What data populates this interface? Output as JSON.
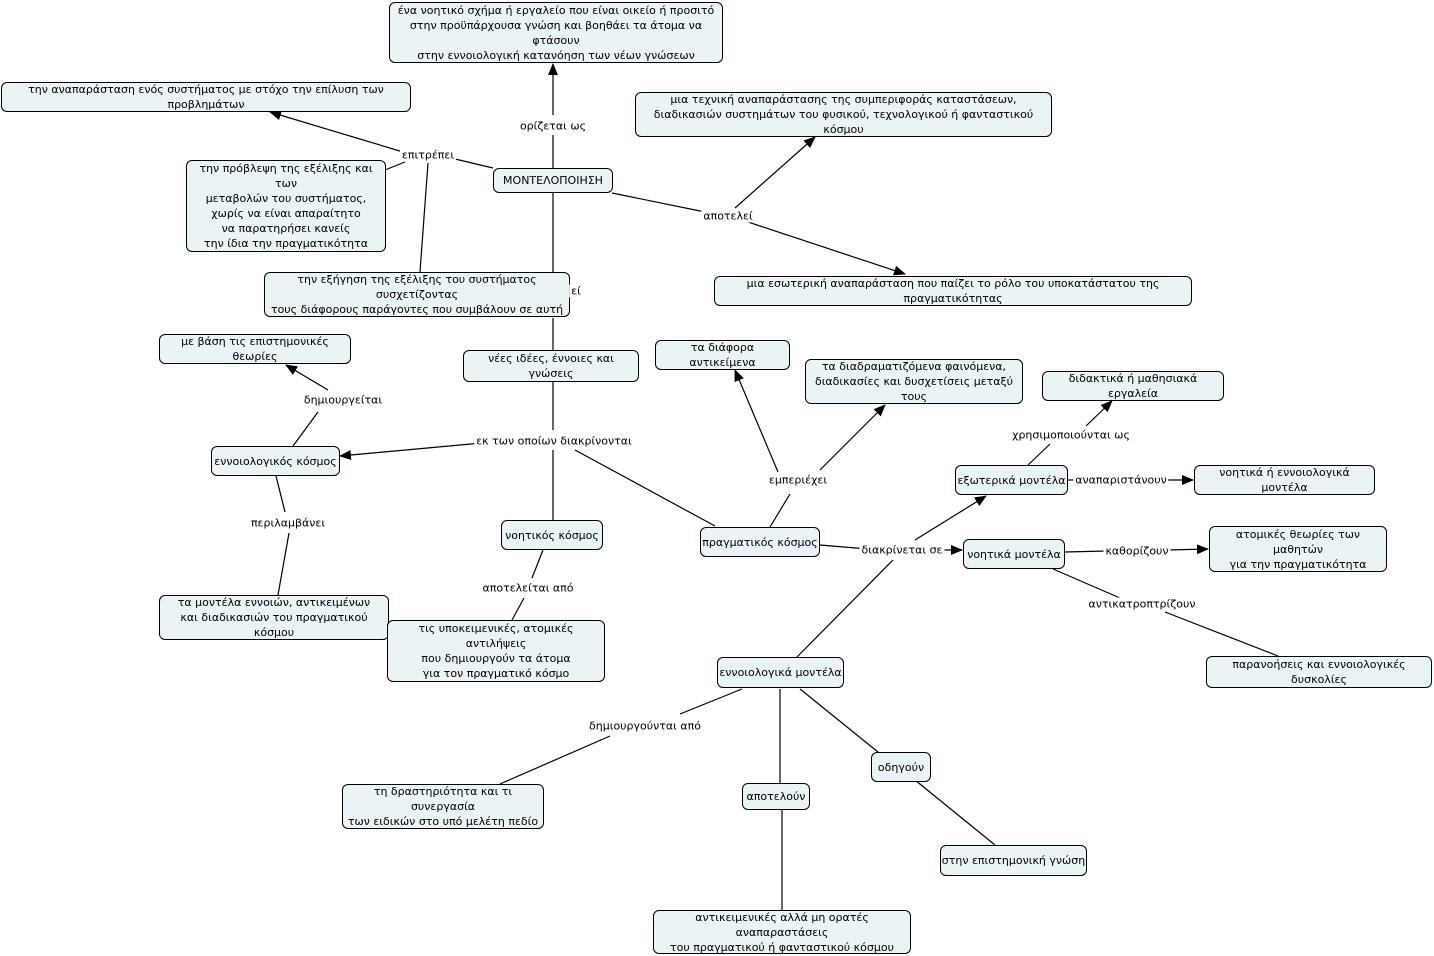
{
  "nodes": {
    "montelopoiisi": "ΜΟΝΤΕΛΟΠΟΙΗΣΗ",
    "noitiko_sxima": "ένα νοητικό σχήμα ή εργαλείο που είναι οικείο ή προσιτό\nστην προϋπάρχουσα γνώση και βοηθάει τα άτομα να φτάσουν\nστην εννοιολογική κατανόηση των νέων γνώσεων",
    "anaparastasi_systimatos": "την αναπαράσταση ενός συστήματος με στόχο την επίλυση των προβλημάτων",
    "techniki_anaparastasis": "μια τεχνική αναπαράστασης της συμπεριφοράς καταστάσεων,\nδιαδικασιών συστημάτων του φυσικού, τεχνολογικού ή φανταστικού κόσμου",
    "provlepsi": "την πρόβλεψη της εξέλιξης και των\nμεταβολών του συστήματος,\nχωρίς να είναι απαραίτητο\nνα παρατηρήσει κανείς\nτην ίδια την πραγματικότητα",
    "exigisi": "την εξήγηση της εξέλιξης του συστήματος συσχετίζοντας\nτους διάφορους παράγοντες που συμβάλουν σε αυτή",
    "esoteriki_anaparastasi": "μια εσωτερική αναπαράσταση που παίζει το ρόλο του υποκατάστατου της πραγματικότητας",
    "me_vasi": "με βάση τις επιστημονικές θεωρίες",
    "nees_idees": "νέες ιδέες, έννοιες και γνώσεις",
    "diafora_antikeimena": "τα διάφορα αντικείμενα",
    "fainomena": "τα διαδραματιζόμενα φαινόμενα,\nδιαδικασίες και δυσχετίσεις μεταξύ τους",
    "didaktika": "διδακτικά ή μαθησιακά εργαλεία",
    "ennoiologikos_kosmos": "εννοιολογικός κόσμος",
    "exoterika_montela": "εξωτερικά μοντέλα",
    "noitika_ennoiologika": "νοητικά ή εννοιολογικά μοντέλα",
    "noitikos_kosmos": "νοητικός κόσμος",
    "pragmatikos_kosmos": "πραγματικός κόσμος",
    "noitika_montela": "νοητικά μοντέλα",
    "atomikes_theories": "ατομικές θεωρίες των μαθητών\nγια την πραγματικότητα",
    "montela_ennoion": "τα μοντέλα εννοιών, αντικειμένων\nκαι διαδικασιών του πραγματικού κόσμου",
    "ypokeimenikes": "τις υποκειμενικές, ατομικές αντιλήψεις\nπου δημιουργούν τα άτομα\nγια τον πραγματικό κόσμο",
    "paranoiseis": "παρανοήσεις και εννοιολογικές δυσκολίες",
    "ennoiologika_montela": "εννοιολογικά μοντέλα",
    "odigoun": "οδηγούν",
    "drastiriotita": "τη δραστηριότητα και τι συνεργασία\nτων ειδικών στο υπό μελέτη πεδίο",
    "apoteloun": "αποτελούν",
    "epistimoniki_gnosi": "στην επιστημονική γνώση",
    "antikeimenikes": "αντικειμενικές αλλά μη ορατές αναπαραστάσεις\nτου πραγματικού ή φανταστικού κόσμου"
  },
  "links": {
    "orizetai_os": "ορίζεται ως",
    "epitrepei": "επιτρέπει",
    "apotelei": "αποτελεί",
    "ei_fragment": "εί",
    "dimiourgeitai": "δημιουργείται",
    "ek_ton_opoion": "εκ των οποίων διακρίνονται",
    "emperiechei": "εμπεριέχει",
    "chrisimopoiountai_os": "χρησιμοποιούνται ως",
    "anaparistanoun": "αναπαριστάνουν",
    "periamvanei": "περιλαμβάνει",
    "diakrinetai_se": "διακρίνεται σε",
    "kathorizoun": "καθορίζουν",
    "apoteleitai_apo": "αποτελείται από",
    "antikatoptrizoun": "αντικατροπτρίζουν",
    "dimiourgountai_apo": "δημιουργούνται από"
  }
}
